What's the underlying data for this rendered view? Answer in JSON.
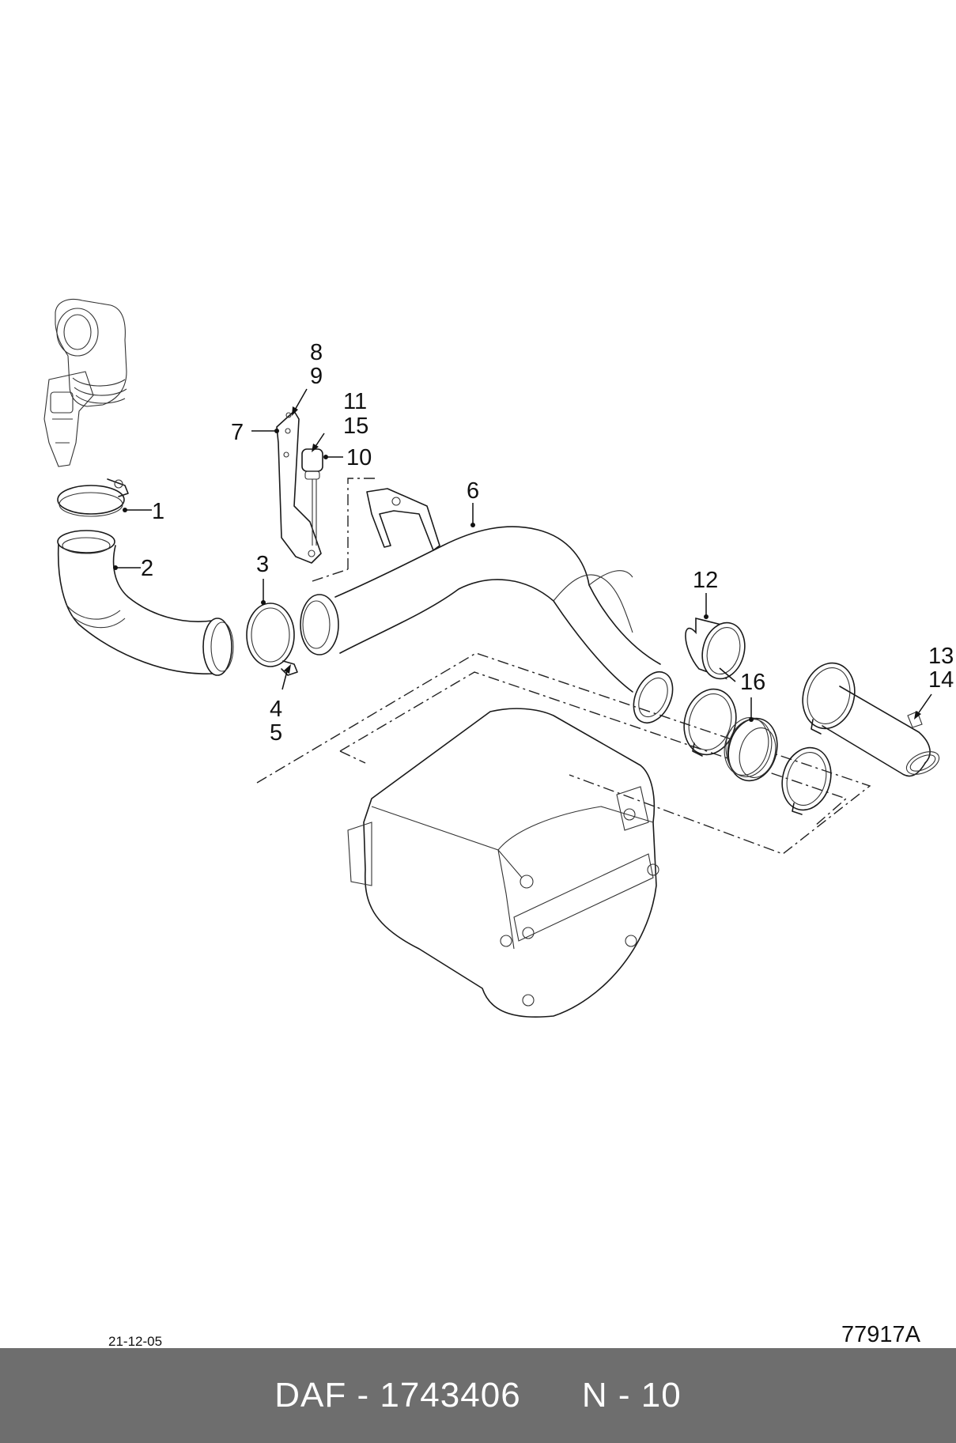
{
  "diagram": {
    "callouts": [
      {
        "id": "c1",
        "text": "1"
      },
      {
        "id": "c2",
        "text": "2"
      },
      {
        "id": "c3",
        "text": "3"
      },
      {
        "id": "c4",
        "text": "4"
      },
      {
        "id": "c5",
        "text": "5"
      },
      {
        "id": "c6",
        "text": "6"
      },
      {
        "id": "c7",
        "text": "7"
      },
      {
        "id": "c8",
        "text": "8"
      },
      {
        "id": "c9",
        "text": "9"
      },
      {
        "id": "c10",
        "text": "10"
      },
      {
        "id": "c11",
        "text": "11"
      },
      {
        "id": "c12",
        "text": "12"
      },
      {
        "id": "c13",
        "text": "13"
      },
      {
        "id": "c14",
        "text": "14"
      },
      {
        "id": "c15",
        "text": "15"
      },
      {
        "id": "c16",
        "text": "16"
      }
    ]
  },
  "meta": {
    "date": "21-12-05",
    "figure_code": "77917A"
  },
  "footer": {
    "part_ref": "DAF - 1743406",
    "page_ref": "N - 10"
  }
}
